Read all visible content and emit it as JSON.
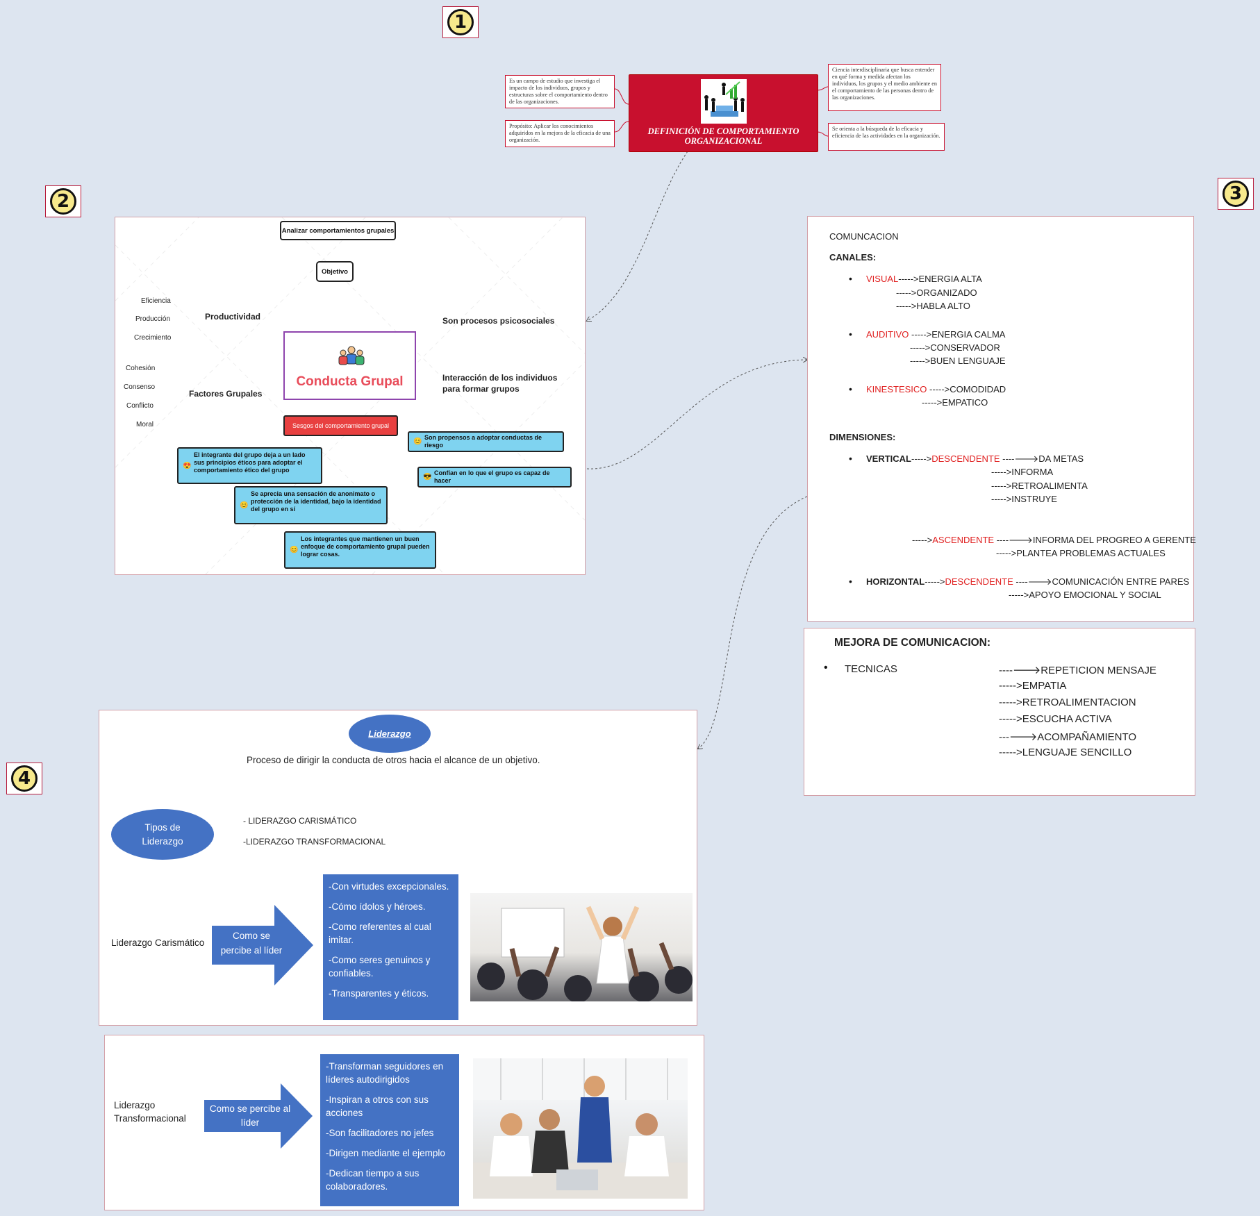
{
  "badges": {
    "b1": "1",
    "b2": "2",
    "b3": "3",
    "b4": "4"
  },
  "definition": {
    "title": "DEFINICIÓN DE COMPORTAMIENTO ORGANIZACIONAL",
    "left_top": "Es un campo de estudio que investiga el impacto de los individuos, grupos y estructuras sobre el comportamiento dentro de las organizaciones.",
    "left_bottom": "Propósito: Aplicar los conocimientos adquiridos en la mejora de la eficacia de una organización.",
    "right_top": "Ciencia interdisciplinaria que busca entender en qué forma y medida afectan los individuos, los grupos y el medio ambiente en el comportamiento de las personas dentro de las organizaciones.",
    "right_bottom": "Se orienta a la búsqueda de la eficacia y eficiencia de las actividades en la organización.",
    "accent": "#c8102e"
  },
  "grupal": {
    "center": "Conducta Grupal",
    "analizar": "Analizar comportamientos grupales",
    "objetivo": "Objetivo",
    "productividad": "Productividad",
    "prod_items": [
      "Eficiencia",
      "Producción",
      "Crecimiento"
    ],
    "factores": "Factores Grupales",
    "fact_items": [
      "Cohesión",
      "Consenso",
      "Conflicto",
      "Moral"
    ],
    "psico": "Son procesos psicosociales",
    "interaccion": "Interacción de los individuos para formar grupos",
    "sesgos": "Sesgos del comportamiento grupal",
    "s1": "El integrante del grupo deja a un lado sus principios éticos para adoptar el comportamiento ético del grupo",
    "s2": "Se aprecia una sensación de anonimato o protección de la identidad, bajo la identidad del grupo en sí",
    "s3": "Los integrantes que mantienen un buen enfoque de comportamiento grupal pueden lograr cosas.",
    "s4": "Son propensos a adoptar conductas de riesgo",
    "s5": "Confían en lo que el grupo es capaz de hacer"
  },
  "comunicacion": {
    "title": "COMUNCACION",
    "canales": "CANALES:",
    "visual": "VISUAL",
    "visual_l1": "----->ENERGIA ALTA",
    "visual_l2": "----->ORGANIZADO",
    "visual_l3": "----->HABLA ALTO",
    "auditivo": "AUDITIVO",
    "auditivo_l1": " ----->ENERGIA CALMA",
    "auditivo_l2": "----->CONSERVADOR",
    "auditivo_l3": "----->BUEN LENGUAJE",
    "kinestesico": "KINESTESICO",
    "kin_l1": " ----->COMODIDAD",
    "kin_l2": "----->EMPATICO",
    "dimensiones": "DIMENSIONES:",
    "vertical": "VERTICAL",
    "arrow5": "----->",
    "descendente": "DESCENDENTE",
    "v_l1": " ----🡒DA METAS",
    "v_l2": "----->INFORMA",
    "v_l3": "----->RETROALIMENTA",
    "v_l4": "----->INSTRUYE",
    "asc_pre": "----->",
    "ascendente": "ASCENDENTE",
    "a_l1": " ----🡒INFORMA DEL PROGREO A GERENTE",
    "a_l2": "----->PLANTEA PROBLEMAS ACTUALES",
    "horizontal": "HORIZONTAL",
    "h_desc": "DESCENDENTE",
    "h_l1": " ----🡒COMUNICACIÓN ENTRE PARES",
    "h_l2": "----->APOYO EMOCIONAL Y SOCIAL"
  },
  "mejora": {
    "title": "MEJORA DE COMUNICACION:",
    "tecnicas": "TECNICAS",
    "items": [
      "----🡒REPETICION MENSAJE",
      "----->EMPATIA",
      "----->RETROALIMENTACION",
      "----->ESCUCHA ACTIVA",
      "---🡒ACOMPAÑAMIENTO",
      "----->LENGUAJE SENCILLO"
    ]
  },
  "liderazgo": {
    "title": "Liderazgo",
    "definicion": "Proceso de dirigir la conducta de otros hacia el alcance de un objetivo.",
    "tipos": "Tipos de Liderazgo",
    "tipo1": "- LIDERAZGO CARISMÁTICO",
    "tipo2": "-LIDERAZGO TRANSFORMACIONAL",
    "carismatico": "Liderazgo Carismático",
    "arrow_label": "Como se percibe al líder",
    "car_items": [
      "-Con virtudes excepcionales.",
      "-Cómo ídolos y héroes.",
      "-Como referentes al cual imitar.",
      "-Como seres genuinos y confiables.",
      "-Transparentes y éticos."
    ],
    "transformacional": "Liderazgo Transformacional",
    "arrow_label2": "Como se percibe al líder",
    "trans_items": [
      "-Transforman seguidores en líderes autodirigidos",
      "-Inspiran a otros con sus acciones",
      "-Son facilitadores no jefes",
      "-Dirigen mediante el ejemplo",
      "-Dedican tiempo a sus colaboradores."
    ],
    "blue": "#4472c4"
  }
}
